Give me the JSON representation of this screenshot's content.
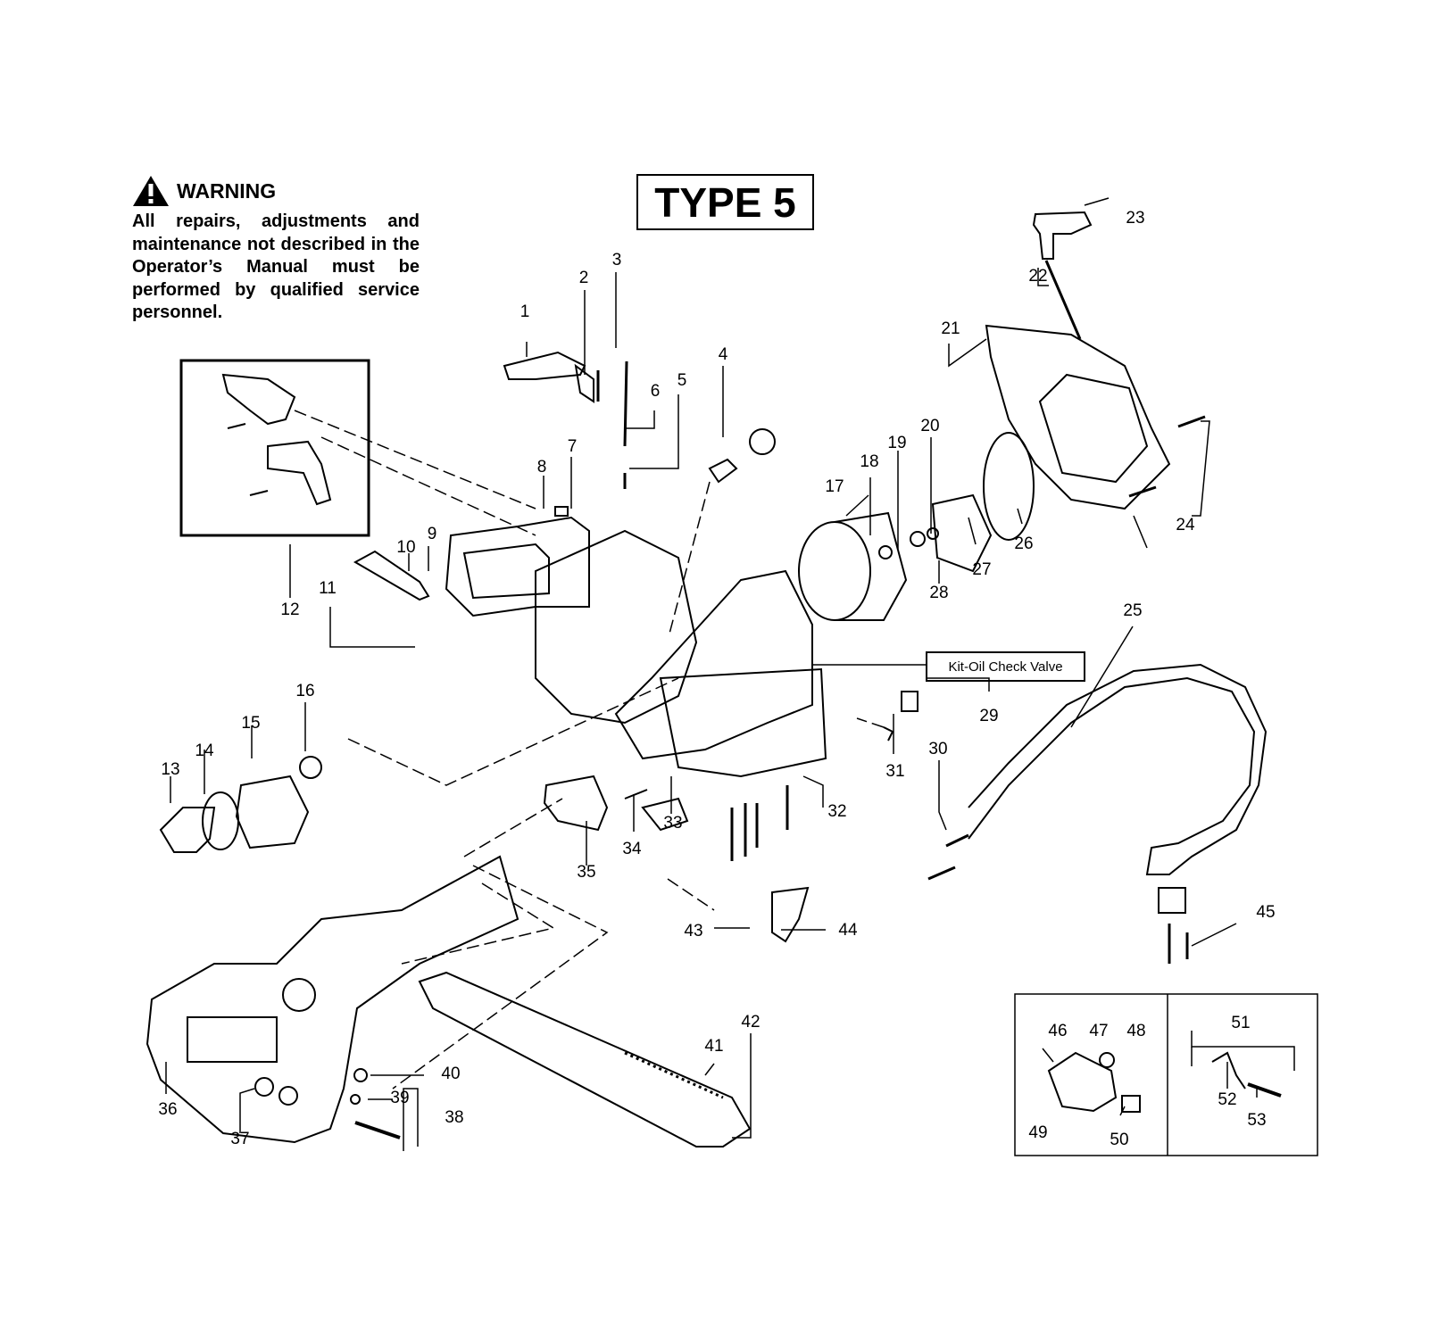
{
  "warning": {
    "title": "WARNING",
    "text": "All repairs, adjustments and maintenance not described in the Operator’s Manual must be performed by qualified service personnel."
  },
  "type_label": "TYPE 5",
  "kit_label": "Kit-Oil Check Valve",
  "part_numbers": [
    "1",
    "2",
    "3",
    "4",
    "5",
    "6",
    "7",
    "8",
    "9",
    "10",
    "11",
    "12",
    "13",
    "14",
    "15",
    "16",
    "17",
    "18",
    "19",
    "20",
    "21",
    "22",
    "23",
    "24",
    "25",
    "26",
    "27",
    "28",
    "29",
    "30",
    "31",
    "32",
    "33",
    "34",
    "35",
    "36",
    "37",
    "38",
    "39",
    "40",
    "41",
    "42",
    "43",
    "44",
    "45",
    "46",
    "47",
    "48",
    "49",
    "50",
    "51",
    "52",
    "53"
  ]
}
